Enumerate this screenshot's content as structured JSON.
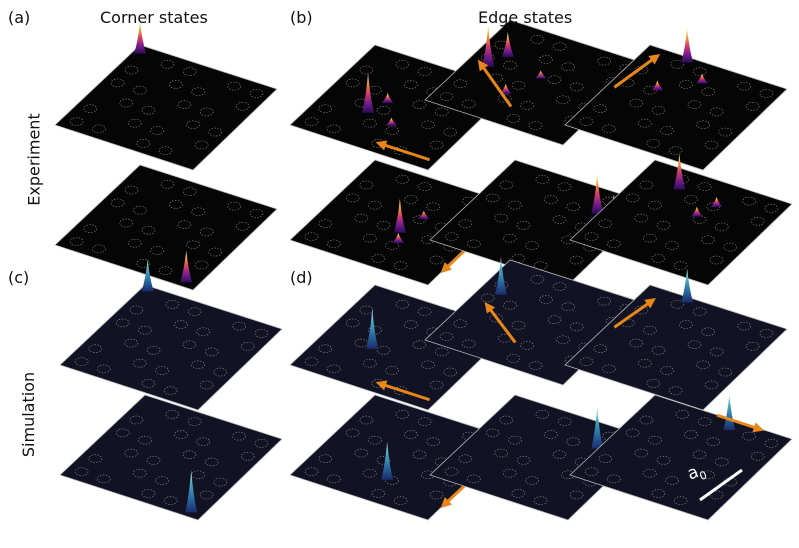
{
  "panel_labels": {
    "a": "(a)",
    "b": "(b)",
    "c": "(c)",
    "d": "(d)"
  },
  "column_titles": {
    "corner": "Corner states",
    "edge": "Edge states"
  },
  "row_titles": {
    "experiment": "Experiment",
    "simulation": "Simulation"
  },
  "scale_bar": {
    "label": "a",
    "subscript": "0"
  },
  "colors": {
    "experiment_bg": "#050505",
    "simulation_bg": "#111325",
    "arrow": "#e8861a",
    "ring": "#cfc9a8"
  }
}
